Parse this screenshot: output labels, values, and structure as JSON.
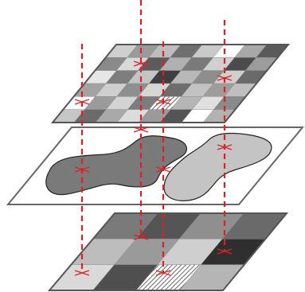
{
  "diagram": {
    "description_layers": [
      "top-raster-layer",
      "middle-vector-layer",
      "bottom-raster-layer"
    ],
    "top_grid": {
      "cols": 8,
      "rows": 6,
      "cells": [
        [
          "#cfcfcf",
          "#9a9a9a",
          "#bdbdbd",
          "#6f6f6f",
          "#c9c9c9",
          "#ffffff",
          "#a8a8a8",
          "#5a5a5a"
        ],
        [
          "#8a8a8a",
          "#d9d9d9",
          "#5c5c5c",
          "#b0b0b0",
          "#7a7a7a",
          "#d0d0d0",
          "#4c4c4c",
          "#9c9c9c"
        ],
        [
          "#e6e6e6",
          "#7e7e7e",
          "#c4c4c4",
          "#3f3f3f",
          "#b8b8b8",
          "#8d8d8d",
          "#cfcfcf",
          "#6a6a6a"
        ],
        [
          "#a3a3a3",
          "#cfcfcf",
          "#8f8f8f",
          "#d6d6d6",
          "#6d6d6d",
          "#c2c2c2",
          "#9d9d9d",
          "#bfbfbf"
        ],
        [
          "#ffffff",
          "#9b9b9b",
          "#d3d3d3",
          "#7c7c7c",
          "hatch",
          "#b5b5b5",
          "#e0e0e0",
          "#8a8a8a"
        ],
        [
          "#c6c6c6",
          "#6b6b6b",
          "#a9a9a9",
          "#dcdcdc",
          "#9a9a9a",
          "#545454",
          "#ffffff",
          "#b2b2b2"
        ]
      ]
    },
    "bottom_grid": {
      "cols": 4,
      "rows": 3,
      "cells": [
        [
          "#7a7a7a",
          "#555555",
          "#8f8f8f",
          "#6a6a6a"
        ],
        [
          "#bdbdbd",
          "#9a9a9a",
          "#cfcfcf",
          "#2f2f2f"
        ],
        [
          "#d9d9d9",
          "#4f4f4f",
          "hatch",
          "#b5b5b5"
        ]
      ]
    },
    "colors": {
      "outline": "#555555",
      "dashed_line": "#e02020",
      "marker": "#e02020",
      "polygon_dark": "#7a7a7a",
      "polygon_light": "#c4c4c4"
    }
  }
}
